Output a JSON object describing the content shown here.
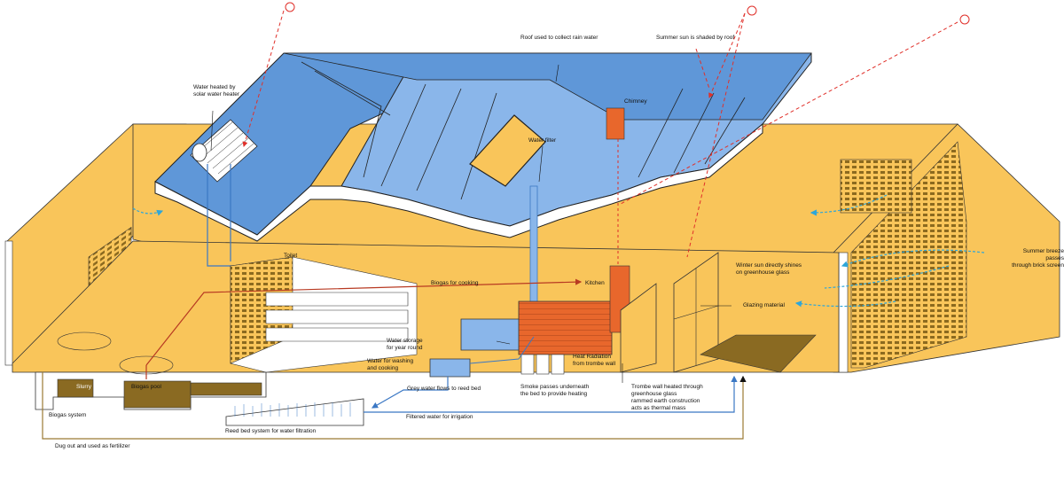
{
  "colors": {
    "wall": "#f9c55a",
    "roof": "#5f97d8",
    "roof_light": "#8ab6ea",
    "chimney": "#e8672c",
    "earth": "#8a6a22",
    "biogas_line": "#b83a22",
    "water_line": "#3b78c4",
    "fertilizer_line": "#9b7a34",
    "sun": "#e0302a",
    "breeze": "#2ea6d9"
  },
  "labels": {
    "roof_rain": "Roof used to collect rain water",
    "summer_sun": "Summer sun is shaded by roof",
    "water_heated": "Water heated by\nsolar water heater",
    "chimney": "Chimney",
    "water_filter": "Water filter",
    "toilet": "Toilet",
    "biogas_cooking": "Biogas for cooking",
    "kitchen": "Kitchen",
    "winter_sun": "Winter sun directly shines\non greenhouse glass",
    "summer_breeze": "Summer breeze passes\nthrough brick screen",
    "glazing": "Glazing material",
    "water_storage": "Water storage\nfor year round",
    "water_washing": "Water for washing\nand cooking",
    "heat_radiation": "Heat Radiation\nfrom trombe wall",
    "slurry": "Slurry",
    "biogas_pool": "Biogas pool",
    "grey_water": "Grey water flows to reed bed",
    "smoke": "Smoke passes underneath\nthe bed to provide heating",
    "trombe": "Trombe wall heated through\ngreenhouse glass\nrammed earth construction\nacts as thermal mass",
    "biogas_system": "Biogas system",
    "filtered_water": "Filtered water for irrigation",
    "reed_bed": "Reed bed system for water filtration",
    "fertilizer": "Dug out and used as fertilizer"
  }
}
